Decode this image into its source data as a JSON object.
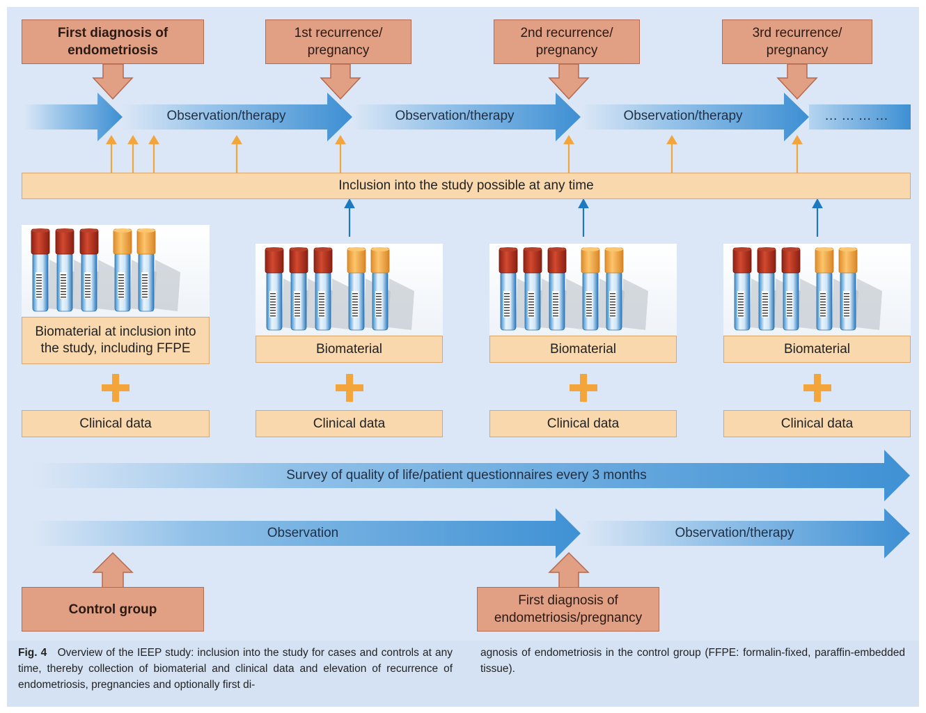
{
  "timeline": {
    "phase_label": "Observation/therapy",
    "continuation": "… … … …"
  },
  "events": [
    {
      "label": "First diagnosis of endometriosis"
    },
    {
      "label": "1st recurrence/ pregnancy"
    },
    {
      "label": "2nd recurrence/ pregnancy"
    },
    {
      "label": "3rd recurrence/ pregnancy"
    }
  ],
  "inclusion_bar": "Inclusion into the study possible at any time",
  "columns": [
    {
      "biomaterial": "Biomaterial at inclusion into the study, including FFPE",
      "clinical": "Clinical data"
    },
    {
      "biomaterial": "Biomaterial",
      "clinical": "Clinical data"
    },
    {
      "biomaterial": "Biomaterial",
      "clinical": "Clinical data"
    },
    {
      "biomaterial": "Biomaterial",
      "clinical": "Clinical data"
    }
  ],
  "survey": "Survey of quality of life/patient questionnaires every 3 months",
  "control": {
    "phase1": "Observation",
    "phase2": "Observation/therapy",
    "group_label": "Control group",
    "event_label": "First diagnosis of endometriosis/pregnancy"
  },
  "caption": {
    "fig": "Fig. 4",
    "text_col1": "Overview of the IEEP study: inclusion into the study for cases and controls at any time, thereby collection of biomaterial and clinical data and elevation of recurrence of endometriosis, pregnancies and optionally first di-",
    "text_col2": "agnosis of endometriosis in the control group (FFPE: formalin-fixed, paraffin-embedded tissue)."
  },
  "colors": {
    "background": "#dbe7f6",
    "arrow_blue": "#4a97d6",
    "callout_fill": "#e19f84",
    "box_fill": "#f9d8ad",
    "orange_arrow": "#f3a43a",
    "blue_arrow": "#1c79c0",
    "tube_red": "#c0392b",
    "tube_orange": "#f7b24d"
  }
}
